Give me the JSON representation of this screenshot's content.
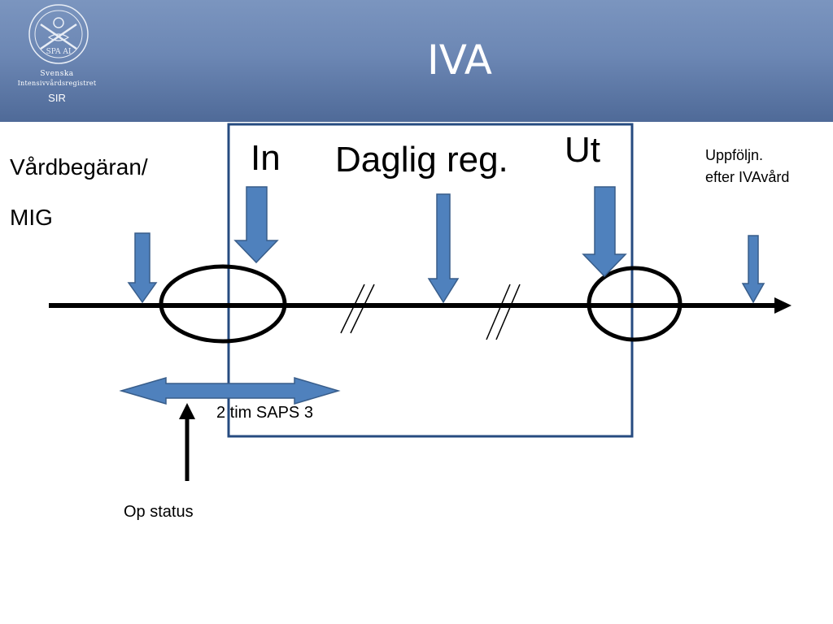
{
  "header": {
    "title": "IVA",
    "logo": {
      "text_line1": "Svenska",
      "text_line2": "Intensivvårdsregistret",
      "text_line3": "SIR",
      "seal_text": "SPA AI"
    }
  },
  "diagram": {
    "labels": {
      "vardbegaran": "Vårdbegäran/",
      "mig": "MIG",
      "in": "In",
      "daglig": "Daglig reg.",
      "ut": "Ut",
      "uppfoljning_line1": "Uppföljn.",
      "uppfoljning_line2": "efter IVAvård",
      "saps": "2 tim SAPS 3",
      "op_status": "Op status"
    }
  },
  "colors": {
    "header_top": "#7b95bf",
    "header_bottom": "#4f6a98",
    "arrow_fill": "#4f81bd",
    "arrow_stroke": "#385d8a",
    "box_border": "#264b80",
    "line": "#000000"
  }
}
